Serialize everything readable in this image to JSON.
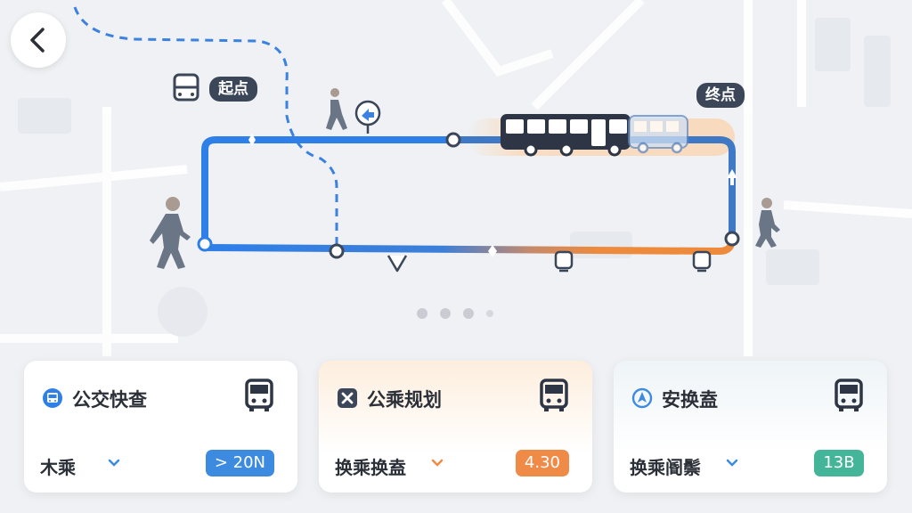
{
  "map": {
    "start_label": "起点",
    "end_label": "终点"
  },
  "carousel": {
    "count": 4,
    "active_index": 0
  },
  "cards": [
    {
      "title": "公交快查",
      "dropdown_value": "木乘",
      "badge": "> 20N",
      "badge_color": "#3d8be0",
      "chevron_color": "#3d8be0"
    },
    {
      "title": "公乘规划",
      "dropdown_value": "换乘换盍",
      "badge": "4.30",
      "badge_color": "#ef8a47",
      "chevron_color": "#ef8a47"
    },
    {
      "title": "安换盍",
      "dropdown_value": "换乘阍鬃",
      "badge": "13B",
      "badge_color": "#45b59a",
      "chevron_color": "#3d8be0"
    }
  ],
  "colors": {
    "route_blue": "#2f7fe8",
    "route_orange": "#ee8a3c",
    "dark": "#3b4658"
  }
}
